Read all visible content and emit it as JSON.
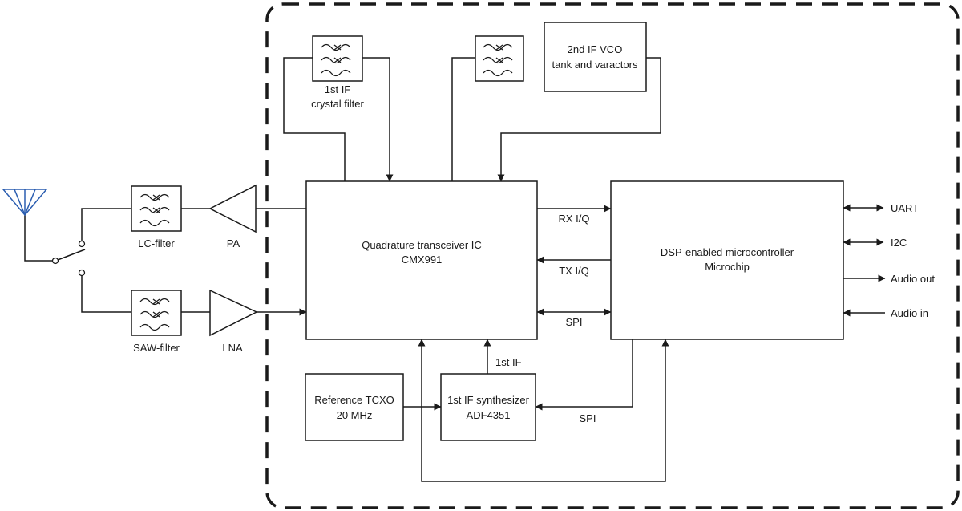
{
  "blocks": {
    "xtal_filter": [
      "1st IF",
      "crystal filter"
    ],
    "vco": [
      "2nd IF VCO",
      "tank and varactors"
    ],
    "transceiver": [
      "Quadrature transceiver IC",
      "CMX991"
    ],
    "mcu": [
      "DSP-enabled microcontroller",
      "Microchip"
    ],
    "tcxo": [
      "Reference TCXO",
      "20 MHz"
    ],
    "synth": [
      "1st IF synthesizer",
      "ADF4351"
    ],
    "lc_filter": "LC-filter",
    "saw_filter": "SAW-filter",
    "pa": "PA",
    "lna": "LNA"
  },
  "signals": {
    "rx_iq": "RX I/Q",
    "tx_iq": "TX I/Q",
    "spi_top": "SPI",
    "spi_bottom": "SPI",
    "first_if": "1st IF",
    "uart": "UART",
    "i2c": "I2C",
    "audio_out": "Audio out",
    "audio_in": "Audio in"
  },
  "colors": {
    "line": "#1a1a1a",
    "antenna": "#2a5db0"
  },
  "icons": [
    "antenna-icon",
    "rf-switch-icon",
    "filter-icon",
    "amplifier-icon"
  ]
}
